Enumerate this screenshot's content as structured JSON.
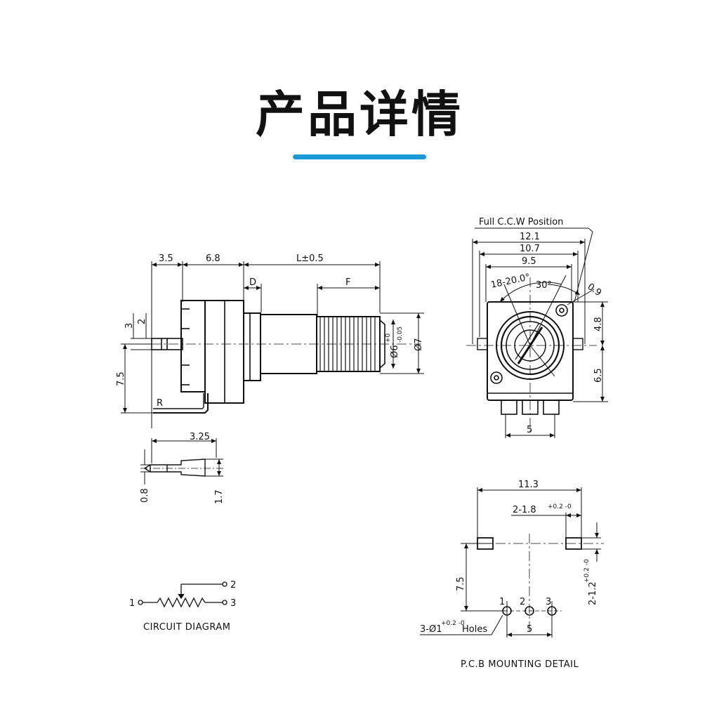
{
  "header": {
    "title": "产品详情",
    "accent_color": "#1a9ad6"
  },
  "side_view": {
    "dim_top": [
      "3.5",
      "6.8",
      "L±0.5"
    ],
    "dim_D": "D",
    "dim_F": "F",
    "dim_left_small": [
      "3",
      "2"
    ],
    "dim_left_large": "7.5",
    "dim_diameter_shaft": "Ø6",
    "dim_diameter_tol_upper": "+0",
    "dim_diameter_tol_lower": "-0.05",
    "dim_diameter_body": "Ø7",
    "label_R": "R"
  },
  "terminal_detail": {
    "dim_length": "3.25",
    "dim_thickness": "0.8",
    "dim_width": "1.7"
  },
  "front_view": {
    "position_label": "Full C.C.W Position",
    "widths": [
      "12.1",
      "10.7",
      "9.5"
    ],
    "angle_range": "18-20.0°",
    "angle_30": "30°",
    "dim_09": "0.9",
    "dim_right": [
      "4.8",
      "6.5"
    ],
    "dim_bottom": "5"
  },
  "circuit": {
    "pins": [
      "1",
      "2",
      "3"
    ],
    "caption": "CIRCUIT DIAGRAM"
  },
  "pcb": {
    "dim_width": "11.3",
    "dim_slots": "2-1.8",
    "dim_slots_tol": "+0.2 -0",
    "dim_height": "7.5",
    "dim_slot_h": "2-1.2",
    "dim_slot_h_tol": "+0.2 -0",
    "pins": [
      "1",
      "2",
      "3"
    ],
    "dim_pitch": "5",
    "holes": "3-Ø1",
    "holes_tol": "+0.2 -0",
    "holes_suffix": "Holes",
    "caption": "P.C.B MOUNTING DETAIL"
  }
}
